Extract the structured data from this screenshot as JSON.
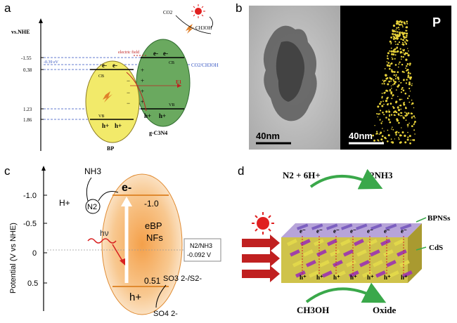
{
  "panels": {
    "a": {
      "label": "a",
      "axis_title": "vs.NHE",
      "ticks": [
        "-1.55",
        "0.38",
        "1.23",
        "1.86"
      ],
      "offset_label": "-0.39 eV",
      "electric_field": "electric field",
      "e1": "E1",
      "cb": "CB",
      "vb": "VB",
      "cb_right": "CB",
      "vb_right": "VB",
      "electron": "e-",
      "hole": "h+",
      "left_name": "BP",
      "right_name": "g-C3N4",
      "co2": "CO2",
      "ch3oh": "CH3OH",
      "redox": "CO2/CH3OH"
    },
    "b": {
      "label": "b",
      "scale_left": "40nm",
      "scale_right": "40nm",
      "element": "P"
    },
    "c": {
      "label": "c",
      "ylabel": "Potential (V vs NHE)",
      "yticks": [
        "-1.0",
        "-0.5",
        "0",
        "0.5"
      ],
      "nh3": "NH3",
      "hplus": "H+",
      "n2": "N2",
      "electron": "e-",
      "cb_value": "-1.0",
      "hv": "hν",
      "material": "eBP",
      "material2": "NFs",
      "vb_value": "0.51",
      "hole": "h+",
      "ref_couple": "N2/NH3",
      "ref_value": "-0.092 V",
      "sacrificial": "SO3 2-/S2-",
      "sacrificial_product": "SO4 2-"
    },
    "d": {
      "label": "d",
      "reactants": "N2 + 6H+",
      "product": "2NH3",
      "bpns": "BPNSs",
      "cds": "CdS",
      "donor": "CH3OH",
      "oxide": "Oxide"
    }
  },
  "colors": {
    "bp_yellow": "#f2ea6a",
    "gcn_green": "#5f9f55",
    "ebp_orange": "#f0a84a",
    "arrow_green": "#3aa84a",
    "sun_red": "#e02020",
    "cds_yellow": "#d9d23a",
    "cds_purple": "#a040a8"
  }
}
